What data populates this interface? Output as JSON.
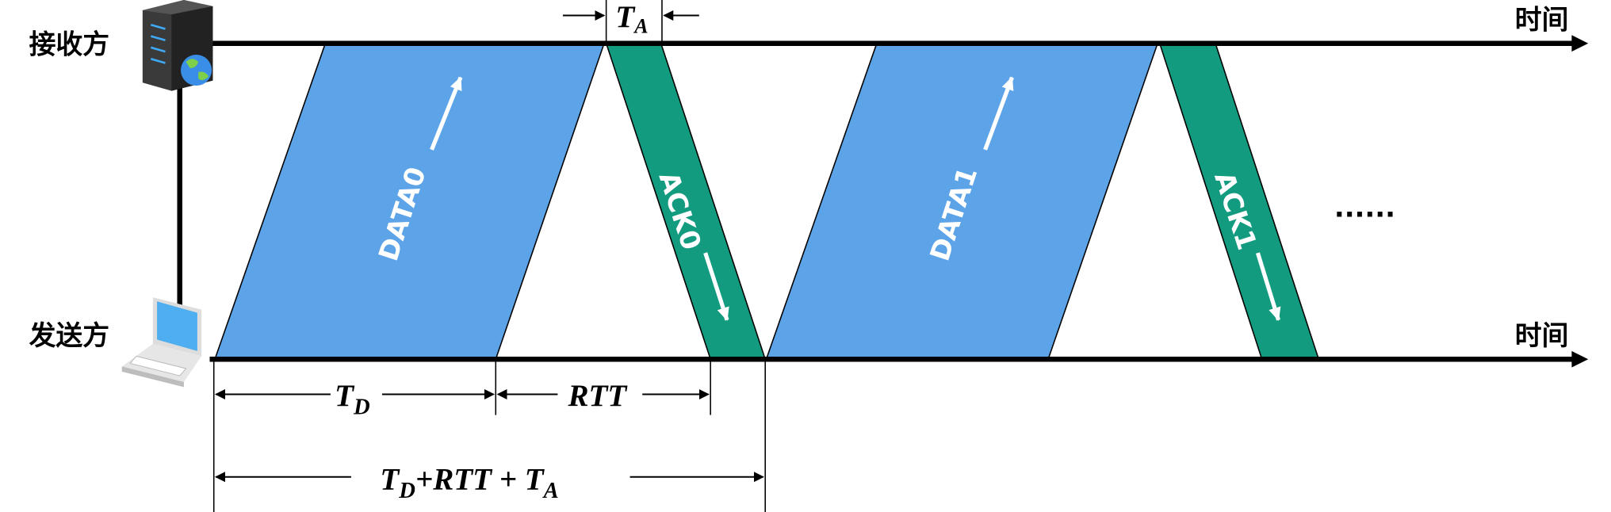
{
  "labels": {
    "receiver": "接收方",
    "sender": "发送方",
    "time_top": "时间",
    "time_bottom": "时间",
    "ellipsis": "......"
  },
  "packets": {
    "data0": "DATA0",
    "ack0": "ACK0",
    "data1": "DATA1",
    "ack1": "ACK1"
  },
  "intervals": {
    "ta_main": "T",
    "ta_sub": "A",
    "td_main": "T",
    "td_sub": "D",
    "rtt": "RTT",
    "total_t1": "T",
    "total_d": "D",
    "total_mid": "+RTT + T",
    "total_a": "A"
  },
  "colors": {
    "data": "#5ca3e8",
    "ack": "#139b80"
  }
}
